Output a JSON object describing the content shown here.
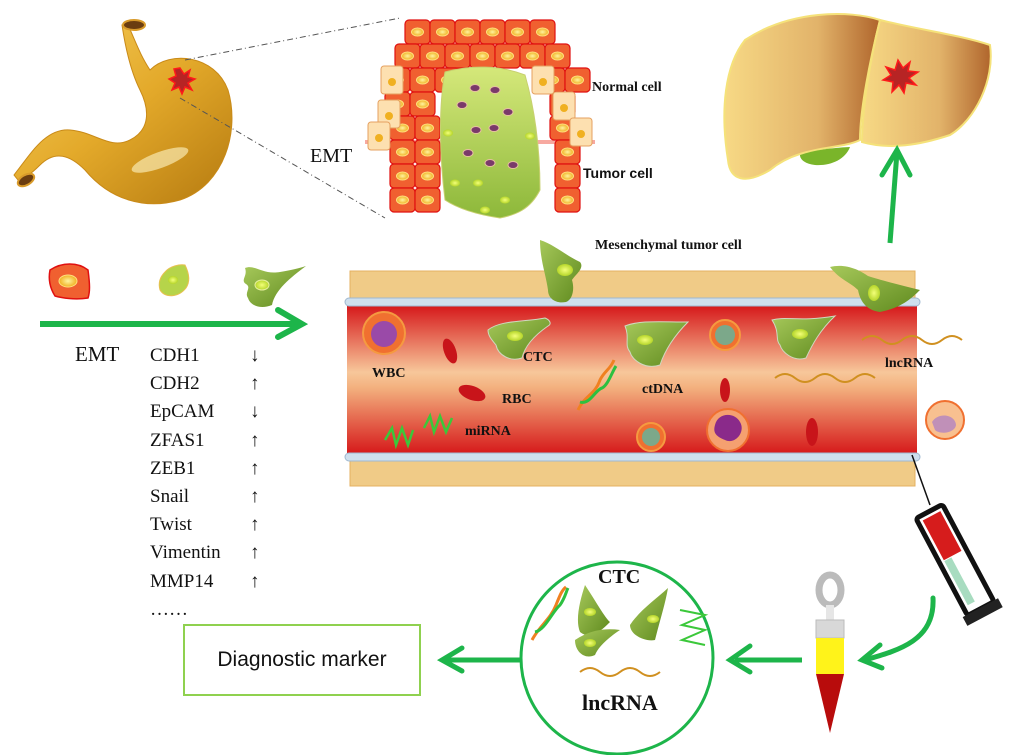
{
  "title": "EMT in gastric cancer and liquid biopsy markers",
  "labels": {
    "emt_top": "EMT",
    "normal_cell": "Normal cell",
    "tumor_cell": "Tumor cell",
    "mesenchymal_tumor_cell": "Mesenchymal tumor cell",
    "emt_left": "EMT",
    "wbc": "WBC",
    "rbc": "RBC",
    "ctc": "CTC",
    "ctdna": "ctDNA",
    "mirna": "miRNA",
    "lncrna": "lncRNA",
    "circle_ctc": "CTC",
    "circle_lncrna": "lncRNA",
    "diagnostic_marker": "Diagnostic marker"
  },
  "emt_markers": [
    {
      "name": "CDH1",
      "direction": "↓"
    },
    {
      "name": "CDH2",
      "direction": "↑"
    },
    {
      "name": "EpCAM",
      "direction": "↓"
    },
    {
      "name": "ZFAS1",
      "direction": "↑"
    },
    {
      "name": "ZEB1",
      "direction": "↑"
    },
    {
      "name": "Snail",
      "direction": "↑"
    },
    {
      "name": "Twist",
      "direction": "↑"
    },
    {
      "name": "Vimentin",
      "direction": "↑"
    },
    {
      "name": "MMP14",
      "direction": "↑"
    },
    {
      "name": "……",
      "direction": ""
    }
  ],
  "colors": {
    "arrow_green": "#1db54a",
    "box_border": "#8fd14f",
    "blood_red": "#d8191c",
    "organ_gold": "#e3a92a",
    "tumor_red": "#e02020",
    "cell_green": "#7aa832"
  }
}
